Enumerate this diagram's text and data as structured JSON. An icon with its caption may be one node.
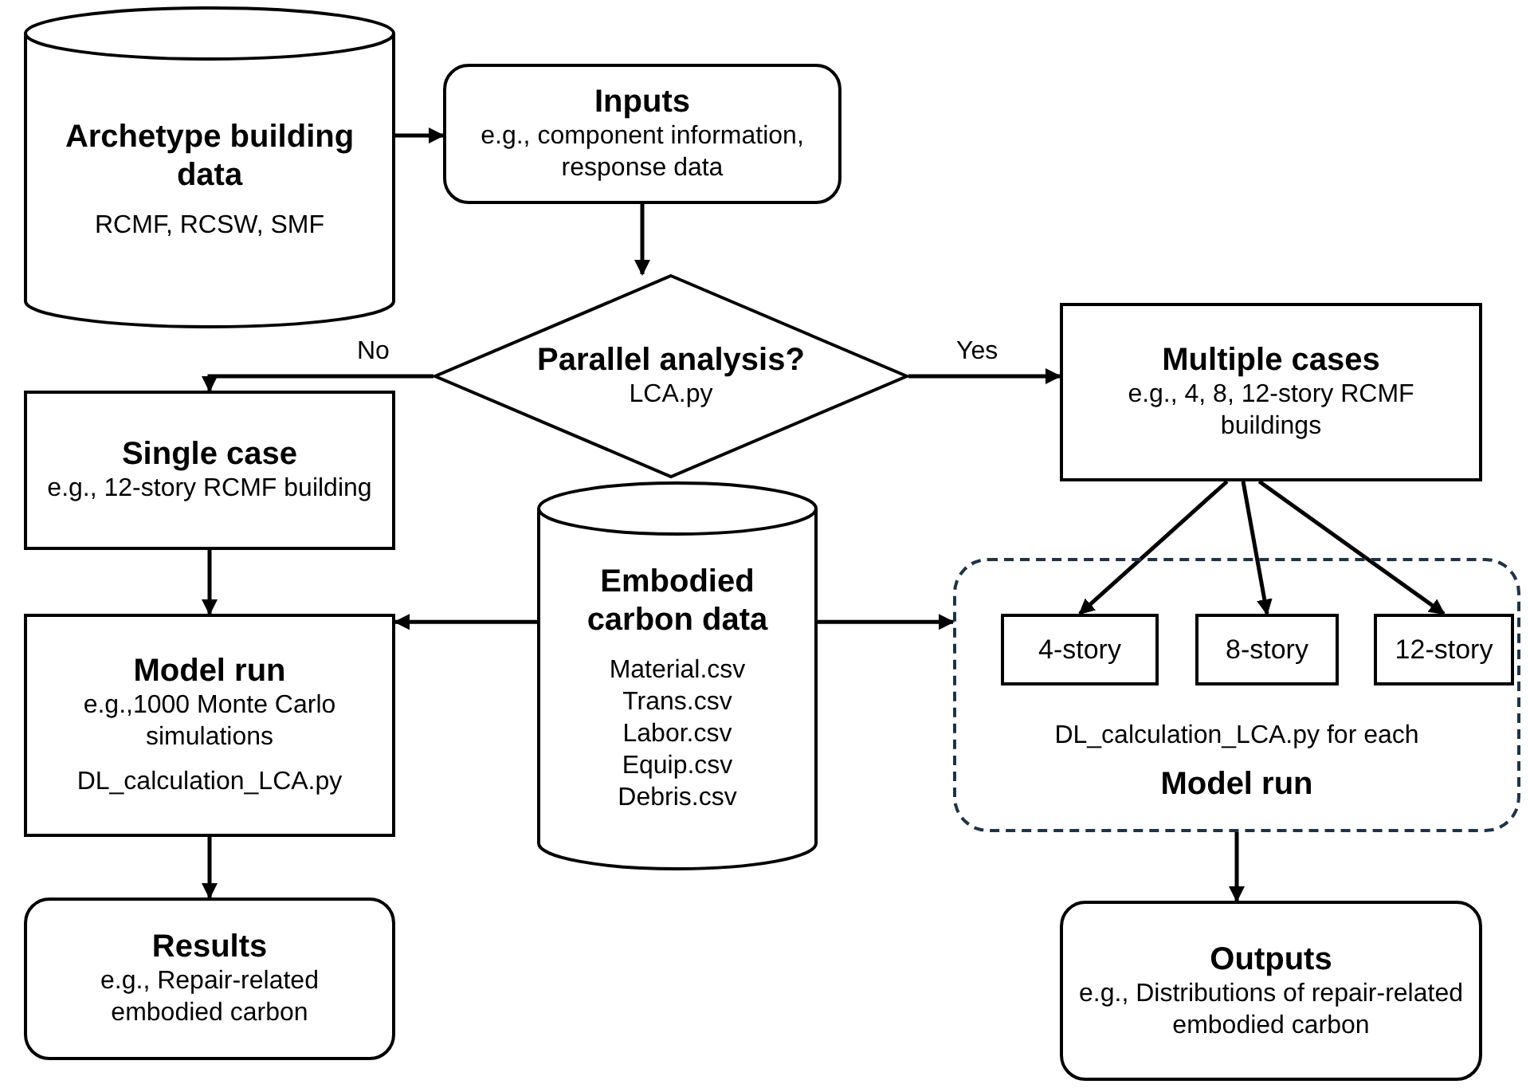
{
  "diagram": {
    "nodes": [
      {
        "text": [
          "Archetype building data",
          "RCMF, RCSW, SMF"
        ]
      },
      {
        "text": [
          "Inputs",
          "e.g., component information, response data"
        ]
      },
      {
        "text": [
          "Parallel analysis?",
          "LCA.py"
        ]
      },
      {
        "text": [
          "Multiple cases",
          "e.g., 4, 8, 12-story RCMF buildings"
        ]
      },
      {
        "text": [
          "Single case",
          "e.g., 12-story RCMF building"
        ]
      },
      {
        "text": [
          "DL_calculation_LCA.py for each",
          "Model run"
        ]
      },
      {
        "text": [
          "4-story"
        ],
        "in": 5
      },
      {
        "text": [
          "8-story"
        ],
        "in": 5
      },
      {
        "text": [
          "12-story"
        ],
        "in": 5
      },
      {
        "text": [
          "Embodied carbon data",
          "Material.csv",
          "Trans.csv",
          "Labor.csv",
          "Equip.csv",
          "Debris.csv"
        ]
      },
      {
        "text": [
          "Model run",
          "e.g.,1000 Monte Carlo simulations",
          "DL_calculation_LCA.py"
        ]
      },
      {
        "text": [
          "Results",
          "e.g., Repair-related embodied carbon"
        ]
      },
      {
        "text": [
          "Outputs",
          "e.g., Distributions of repair-related embodied carbon"
        ]
      }
    ],
    "edges": [
      {
        "from": 0,
        "to": 1,
        "arrow": "to"
      },
      {
        "from": 1,
        "to": 2,
        "arrow": "to"
      },
      {
        "from": 2,
        "to": 4,
        "arrow": "to",
        "label": "No"
      },
      {
        "from": 2,
        "to": 3,
        "arrow": "to",
        "label": "Yes"
      },
      {
        "from": 3,
        "to": 6,
        "arrow": "to"
      },
      {
        "from": 3,
        "to": 7,
        "arrow": "to"
      },
      {
        "from": 3,
        "to": 8,
        "arrow": "to"
      },
      {
        "from": 4,
        "to": 10,
        "arrow": "to"
      },
      {
        "from": 10,
        "to": 11,
        "arrow": "to"
      },
      {
        "from": 9,
        "to": 10,
        "arrow": "to"
      },
      {
        "from": 9,
        "to": 5,
        "arrow": "to"
      },
      {
        "from": 5,
        "to": 12,
        "arrow": "to"
      }
    ]
  }
}
